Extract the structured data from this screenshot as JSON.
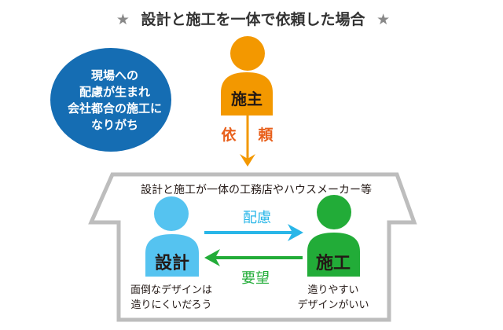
{
  "title": {
    "star_left": "★",
    "text": "設計と施工を一体で依頼した場合",
    "star_right": "★"
  },
  "bubble": {
    "lines": [
      "現場への",
      "配慮が生まれ",
      "会社都合の施工に",
      "なりがち"
    ]
  },
  "owner": {
    "label": "施主",
    "request_left": "依",
    "request_right": "頼"
  },
  "house": {
    "caption": "設計と施工が一体の工務店やハウスメーカー等"
  },
  "designer": {
    "label": "設計",
    "comment": [
      "面倒なデザインは",
      "造りにくいだろう"
    ]
  },
  "builder": {
    "label": "施工",
    "comment": [
      "造りやすい",
      "デザインがいい"
    ]
  },
  "arrows": {
    "to_builder": "配慮",
    "to_designer": "要望"
  },
  "colors": {
    "owner": "#f39800",
    "designer": "#55c3f0",
    "builder": "#22ac38",
    "bubble": "#156db3",
    "request": "#e8601c",
    "house": "#bdbdbd"
  }
}
